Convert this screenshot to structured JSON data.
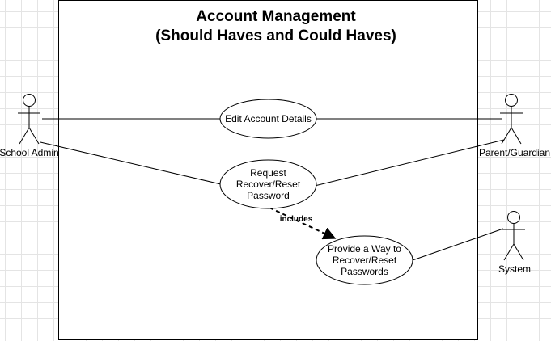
{
  "diagram": {
    "title": {
      "line1": "Account Management",
      "line2": "(Should Haves and Could Haves)"
    },
    "actors": {
      "school_admin": "School Admin",
      "parent_guardian": "Parent/Guardian",
      "system": "System"
    },
    "use_cases": {
      "edit_account": "Edit Account Details",
      "request_reset": {
        "line1": "Request",
        "line2": "Recover/Reset",
        "line3": "Password"
      },
      "provide_way": {
        "line1": "Provide a Way to",
        "line2": "Recover/Reset",
        "line3": "Passwords"
      }
    },
    "relationships": {
      "includes_label": "includes"
    }
  }
}
